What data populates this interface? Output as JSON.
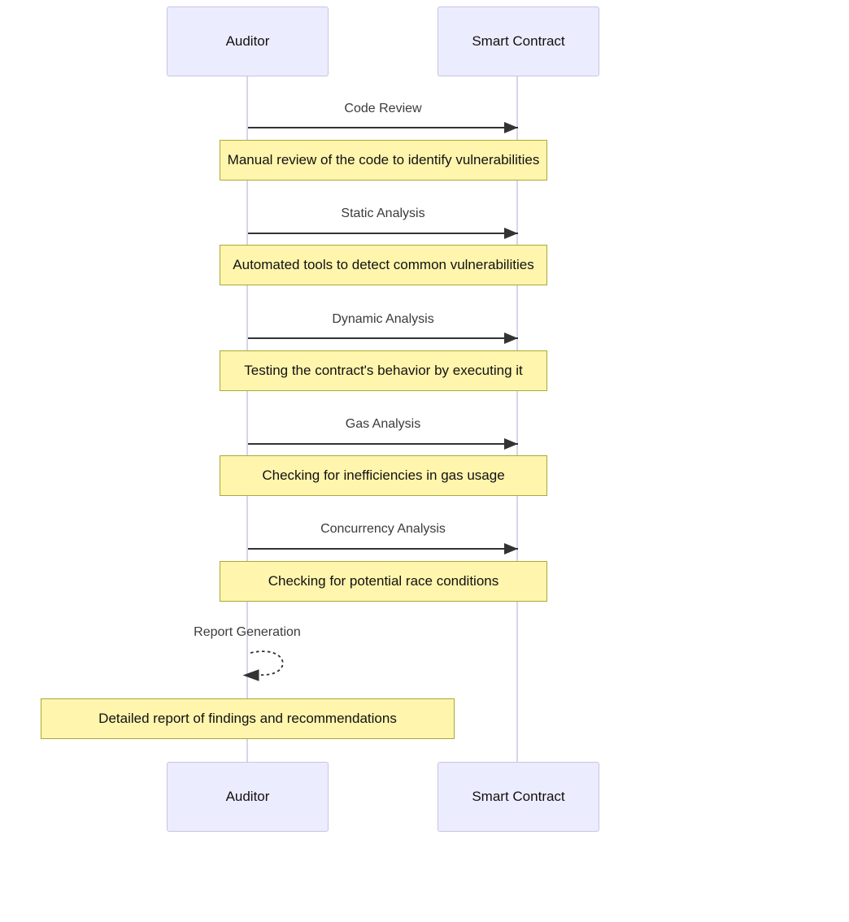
{
  "diagram": {
    "type": "sequence-diagram",
    "actors": {
      "auditor": "Auditor",
      "contract": "Smart Contract"
    },
    "messages": [
      {
        "from": "Auditor",
        "to": "Smart Contract",
        "label": "Code Review",
        "note": "Manual review of the code to identify vulnerabilities"
      },
      {
        "from": "Auditor",
        "to": "Smart Contract",
        "label": "Static Analysis",
        "note": "Automated tools to detect common vulnerabilities"
      },
      {
        "from": "Auditor",
        "to": "Smart Contract",
        "label": "Dynamic Analysis",
        "note": "Testing the contract's behavior by executing it"
      },
      {
        "from": "Auditor",
        "to": "Smart Contract",
        "label": "Gas Analysis",
        "note": "Checking for inefficiencies in gas usage"
      },
      {
        "from": "Auditor",
        "to": "Smart Contract",
        "label": "Concurrency Analysis",
        "note": "Checking for potential race conditions"
      },
      {
        "from": "Auditor",
        "to": "Auditor",
        "self": true,
        "label": "Report Generation",
        "note": "Detailed report of findings and recommendations"
      }
    ],
    "colors": {
      "actor_fill": "#ECECFF",
      "actor_border": "#C8C4E2",
      "lifeline": "#D8D4EC",
      "note_fill": "#FFF5AD",
      "note_border": "#AAAA33",
      "arrow": "#333333",
      "message_text": "#3B3B3B",
      "background": "#FFFFFF"
    }
  }
}
